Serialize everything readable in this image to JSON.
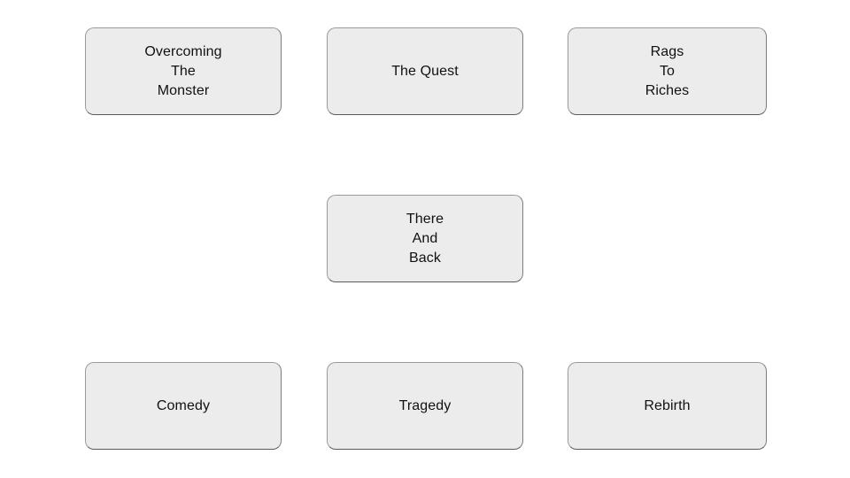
{
  "diagram": {
    "background_color": "#ffffff",
    "node_fill_color": "#ececec",
    "node_border_color": "#9a9a9a",
    "node_text_color": "#111111",
    "nodes": [
      {
        "id": "overcoming-the-monster",
        "label": "Overcoming\nThe\nMonster",
        "row": 1,
        "col": 1
      },
      {
        "id": "the-quest",
        "label": "The Quest",
        "row": 1,
        "col": 2
      },
      {
        "id": "rags-to-riches",
        "label": "Rags\nTo\nRiches",
        "row": 1,
        "col": 3
      },
      {
        "id": "there-and-back",
        "label": "There\nAnd\nBack",
        "row": 2,
        "col": 2
      },
      {
        "id": "comedy",
        "label": "Comedy",
        "row": 3,
        "col": 1
      },
      {
        "id": "tragedy",
        "label": "Tragedy",
        "row": 3,
        "col": 2
      },
      {
        "id": "rebirth",
        "label": "Rebirth",
        "row": 3,
        "col": 3
      }
    ]
  }
}
